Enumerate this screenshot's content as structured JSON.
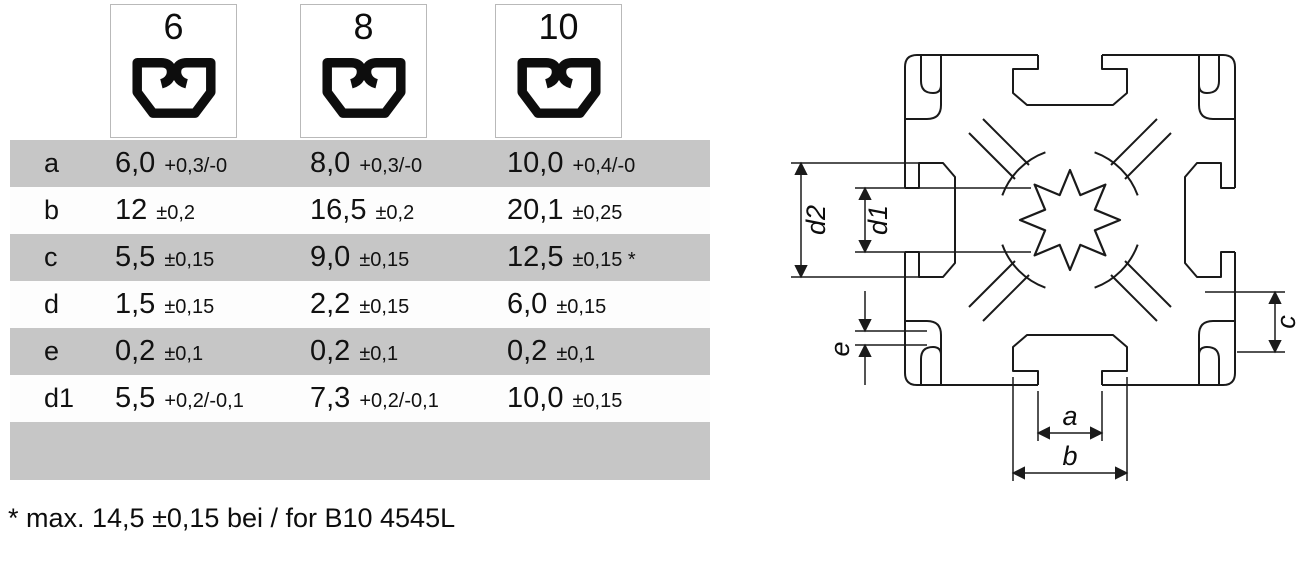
{
  "columns": [
    {
      "size": "6"
    },
    {
      "size": "8"
    },
    {
      "size": "10"
    }
  ],
  "table": {
    "rows": [
      {
        "label": "a",
        "values": [
          [
            "6,0",
            "+0,3/-0"
          ],
          [
            "8,0",
            "+0,3/-0"
          ],
          [
            "10,0",
            "+0,4/-0"
          ]
        ]
      },
      {
        "label": "b",
        "values": [
          [
            "12",
            "±0,2"
          ],
          [
            "16,5",
            "±0,2"
          ],
          [
            "20,1",
            "±0,25"
          ]
        ]
      },
      {
        "label": "c",
        "values": [
          [
            "5,5",
            "±0,15"
          ],
          [
            "9,0",
            "±0,15"
          ],
          [
            "12,5",
            "±0,15 *"
          ]
        ]
      },
      {
        "label": "d",
        "values": [
          [
            "1,5",
            "±0,15"
          ],
          [
            "2,2",
            "±0,15"
          ],
          [
            "6,0",
            "±0,15"
          ]
        ]
      },
      {
        "label": "e",
        "values": [
          [
            "0,2",
            "±0,1"
          ],
          [
            "0,2",
            "±0,1"
          ],
          [
            "0,2",
            "±0,1"
          ]
        ]
      },
      {
        "label": "d1",
        "values": [
          [
            "5,5",
            "+0,2/-0,1"
          ],
          [
            "7,3",
            "+0,2/-0,1"
          ],
          [
            "10,0",
            "±0,15"
          ]
        ]
      }
    ]
  },
  "footnote": "* max. 14,5 ±0,15 bei / for B10 4545L",
  "drawing": {
    "labels": {
      "d2": "d2",
      "d1": "d1",
      "e": "e",
      "c": "c",
      "a": "a",
      "b": "b"
    }
  }
}
